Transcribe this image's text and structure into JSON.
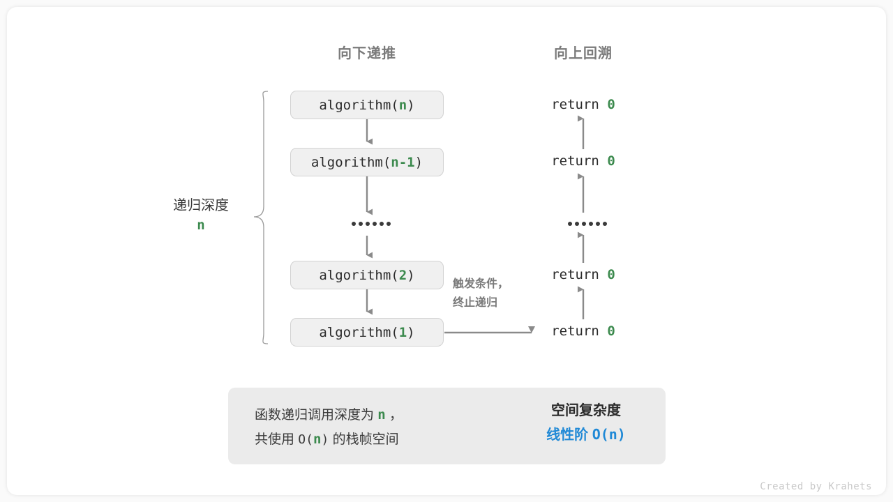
{
  "canvas": {
    "background": "#fafafa",
    "card_background": "#ffffff"
  },
  "colors": {
    "accent_green": "#3c8a4e",
    "accent_blue": "#2089d6",
    "arrow_gray": "#8a8a8a",
    "box_fill": "#f0f0f0",
    "box_border": "#d2d2d2",
    "panel_fill": "#ebebeb",
    "header_text": "#7a7a7a"
  },
  "headers": {
    "left": "向下递推",
    "right": "向上回溯"
  },
  "depth": {
    "label": "递归深度",
    "value": "n"
  },
  "call_stack": [
    {
      "prefix": "algorithm(",
      "arg": "n",
      "suffix": ")"
    },
    {
      "prefix": "algorithm(",
      "arg": "n-1",
      "suffix": ")"
    },
    {
      "ellipsis": true,
      "dots": 6
    },
    {
      "prefix": "algorithm(",
      "arg": "2",
      "suffix": ")"
    },
    {
      "prefix": "algorithm(",
      "arg": "1",
      "suffix": ")"
    }
  ],
  "returns": [
    {
      "keyword": "return",
      "value": "0"
    },
    {
      "keyword": "return",
      "value": "0"
    },
    {
      "ellipsis": true,
      "dots": 6
    },
    {
      "keyword": "return",
      "value": "0"
    },
    {
      "keyword": "return",
      "value": "0"
    }
  ],
  "trigger_note": {
    "line1": "触发条件，",
    "line2": "终止递归"
  },
  "summary": {
    "left_line1_a": "函数递归调用深度为",
    "left_line1_n": "n",
    "left_line1_b": "，",
    "left_line2_a": "共使用",
    "left_line2_o": "O(",
    "left_line2_n": "n",
    "left_line2_c": ")",
    "left_line2_b": "的栈帧空间",
    "right_title": "空间复杂度",
    "right_order": "线性阶",
    "right_notation": "O(n)"
  },
  "credit": "Created by Krahets"
}
